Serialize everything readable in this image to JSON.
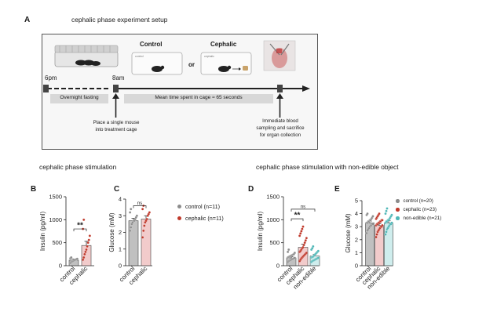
{
  "panel_a": {
    "letter": "A",
    "title": "cephalic phase experiment setup",
    "cage_control_label": "Control",
    "cage_or_label": "or",
    "cage_cephalic_label": "Cephalic",
    "cage_control_tag": "control",
    "cage_cephalic_tag": "cephalic",
    "time_start": "6pm",
    "time_mid": "8am",
    "fasting_label": "Overnight fasting",
    "mean_time_label": "Mean time spent in cage ≈ 65 seconds",
    "place_mouse_text": [
      "Place a single mouse",
      "into treatment cage"
    ],
    "blood_text": [
      "Immediate blood",
      "sampling and sacrifice",
      "for organ collection"
    ]
  },
  "section_titles": {
    "left": "cephalic phase stimulation",
    "right": "cephalic phase stimulation with non-edible object"
  },
  "colors": {
    "control": "#8c8c8c",
    "cephalic": "#e8a0a0",
    "cephalic_dot": "#c0392b",
    "nonedible": "#a7dede",
    "nonedible_dot": "#4fb7b7"
  },
  "legend_bc": [
    {
      "label": "control (n=11)",
      "color": "#8c8c8c"
    },
    {
      "label": "cephalic (n=11)",
      "color": "#c0392b"
    }
  ],
  "legend_de": [
    {
      "label": "control (n=20)",
      "color": "#8c8c8c"
    },
    {
      "label": "cephalic (n=23)",
      "color": "#c0392b"
    },
    {
      "label": "non-edible (n=21)",
      "color": "#4fb7b7"
    }
  ],
  "chart_data": [
    {
      "panel": "B",
      "type": "bar",
      "ylabel": "Insulin (pg/ml)",
      "ylim": [
        0,
        1500
      ],
      "yticks": [
        0,
        500,
        1000,
        1500
      ],
      "categories": [
        "control",
        "cephalic"
      ],
      "values": [
        120,
        440
      ],
      "errors": [
        25,
        90
      ],
      "points": [
        [
          60,
          80,
          90,
          100,
          110,
          120,
          130,
          140,
          150,
          160,
          180
        ],
        [
          130,
          180,
          250,
          300,
          350,
          420,
          500,
          560,
          650,
          800,
          1000
        ]
      ],
      "annotations": [
        {
          "text": "**",
          "from": 0,
          "to": 1,
          "y": 800
        }
      ]
    },
    {
      "panel": "C",
      "type": "bar",
      "ylabel": "Glucose (mM)",
      "ylim": [
        0,
        4
      ],
      "yticks": [
        0,
        1,
        2,
        3,
        4
      ],
      "categories": [
        "control",
        "cephalic"
      ],
      "values": [
        2.7,
        2.8
      ],
      "errors": [
        0.15,
        0.2
      ],
      "points": [
        [
          2.1,
          2.3,
          2.5,
          2.6,
          2.7,
          2.7,
          2.8,
          2.9,
          3.0,
          3.2,
          3.4
        ],
        [
          1.7,
          2.1,
          2.4,
          2.6,
          2.7,
          2.8,
          3.0,
          3.1,
          3.2,
          3.4,
          3.6
        ]
      ],
      "annotations": [
        {
          "text": "ns",
          "from": 0,
          "to": 1,
          "y": 3.6
        }
      ]
    },
    {
      "panel": "D",
      "type": "bar",
      "ylabel": "Insulin (pg/ml)",
      "ylim": [
        0,
        1500
      ],
      "yticks": [
        0,
        500,
        1000,
        1500
      ],
      "categories": [
        "control",
        "cephalic",
        "non-edible"
      ],
      "values": [
        170,
        400,
        210
      ],
      "errors": [
        25,
        70,
        40
      ],
      "points": [
        [
          80,
          100,
          110,
          120,
          130,
          140,
          150,
          160,
          170,
          180,
          190,
          200,
          210,
          220,
          230,
          240,
          250,
          280,
          300,
          350
        ],
        [
          100,
          130,
          160,
          180,
          200,
          220,
          240,
          260,
          280,
          300,
          320,
          350,
          380,
          400,
          450,
          500,
          550,
          600,
          650,
          700,
          750,
          800,
          850
        ],
        [
          80,
          100,
          110,
          120,
          130,
          140,
          150,
          160,
          170,
          180,
          190,
          200,
          220,
          240,
          260,
          280,
          300,
          320,
          350,
          380,
          420
        ]
      ],
      "annotations": [
        {
          "text": "**",
          "from": 0,
          "to": 1,
          "y": 1020
        },
        {
          "text": "ns",
          "from": 0,
          "to": 2,
          "y": 1230
        }
      ]
    },
    {
      "panel": "E",
      "type": "bar",
      "ylabel": "Glucose (mM)",
      "ylim": [
        0,
        5
      ],
      "yticks": [
        0,
        1,
        2,
        3,
        4,
        5
      ],
      "categories": [
        "control",
        "cephalic",
        "non-edible"
      ],
      "values": [
        3.3,
        3.1,
        3.3
      ],
      "errors": [
        0.12,
        0.12,
        0.15
      ],
      "points": [
        [
          2.5,
          2.7,
          2.8,
          2.9,
          3.0,
          3.1,
          3.1,
          3.2,
          3.2,
          3.3,
          3.3,
          3.4,
          3.4,
          3.5,
          3.5,
          3.6,
          3.7,
          3.8,
          3.9,
          4.0
        ],
        [
          2.2,
          2.4,
          2.6,
          2.7,
          2.8,
          2.9,
          3.0,
          3.0,
          3.1,
          3.1,
          3.2,
          3.2,
          3.3,
          3.3,
          3.4,
          3.4,
          3.5,
          3.5,
          3.6,
          3.7,
          3.8,
          3.9,
          4.0
        ],
        [
          2.4,
          2.6,
          2.8,
          2.9,
          3.0,
          3.1,
          3.2,
          3.2,
          3.3,
          3.3,
          3.4,
          3.4,
          3.5,
          3.5,
          3.6,
          3.7,
          3.8,
          3.9,
          4.0,
          4.2,
          4.4
        ]
      ],
      "annotations": []
    }
  ]
}
